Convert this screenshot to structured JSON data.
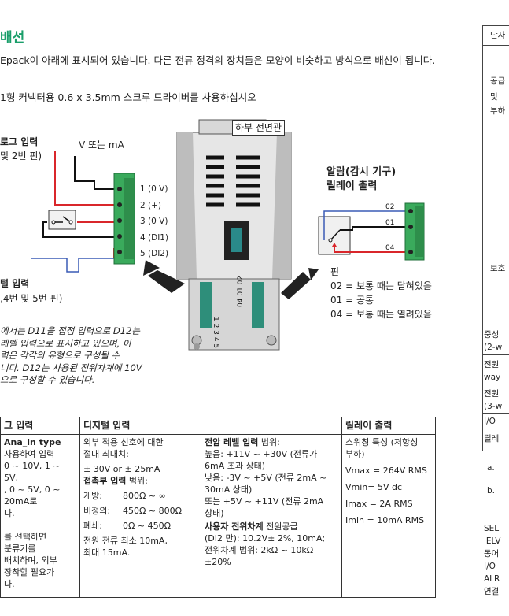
{
  "title": "배선",
  "intro": "Epack이 아래에 표시되어 있습니다. 다른 전류 정격의 장치들은 모양이 비슷하고 방식으로 배선이 됩니다.",
  "note": "1형 커넥터용 0.6 x 3.5mm 스크루 드라이버를 사용하십시오",
  "diagram": {
    "analog_title": "로그 입력",
    "analog_sub": "및 2번 핀)",
    "v_or_ma": "V 또는 mA",
    "front_panel": "하부 전면관",
    "pins": [
      "1 (0 V)",
      "2 (+)",
      "3 (0 V)",
      "4 (DI1)",
      "5 (DI2)"
    ],
    "digital_title": "털 입력",
    "digital_sub": ",4번 및 5번 핀)",
    "italic_note": [
      "에서는 D11을 접점 입력으로 D12는",
      "레벨 입력으로 표시하고 있으며, 이",
      "력은 각각의 유형으로 구성될 수",
      "니다. D12는 사용된 전위차계에 10V",
      "으로 구성할 수 있습니다."
    ],
    "relay_title_1": "알람(감시 기구)",
    "relay_title_2": "릴레이 출력",
    "relay_pins": [
      "02",
      "01",
      "04"
    ],
    "pin_heading": "핀",
    "relay_desc": [
      "02 = 보통 때는 닫혀있음",
      "01 = 공통",
      "04 = 보통 때는 열려있음"
    ],
    "module_left_numbers": "1 2 3 4 5",
    "module_right_numbers": "04 01 02"
  },
  "table": {
    "headers": [
      "그 입력",
      "디지털 입력",
      "",
      "릴레이 출력"
    ],
    "analog": {
      "bold": "Ana_in type",
      "lines": [
        "사용하여 입력",
        "0 ~ 10V, 1 ~ 5V,",
        ", 0 ~ 5V, 0 ~",
        "20mA로",
        "다.",
        "",
        "를 선택하면",
        "분류기를",
        "배치하며, 외부",
        "장착할 필요가",
        "다."
      ]
    },
    "digital1": {
      "intro": [
        "외부 적용 신호에 대한",
        "절대 최대치:"
      ],
      "limits": "± 30V or ± 25mA",
      "contact_bold": "접촉부 입력",
      "contact_rest": " 범위:",
      "rows": [
        [
          "개방:",
          "800Ω ~ ∞"
        ],
        [
          "비정의:",
          "450Ω ~ 800Ω"
        ],
        [
          "폐쇄:",
          "0Ω ~ 450Ω"
        ]
      ],
      "current": [
        "전원 전류 최소 10mA,",
        "최대 15mA."
      ]
    },
    "digital2": {
      "voltage_bold": "전압 레벨 입력",
      "voltage_rest": " 범위:",
      "lines": [
        "높음: +11V ~ +30V (전류가",
        "6mA 초과 상태)",
        "낮음: -3V ~ +5V (전류 2mA ~",
        "30mA 상태)",
        "또는 +5V ~ +11V (전류 2mA",
        "상태)"
      ],
      "pot_bold": "사용자 전위차계",
      "pot_rest": " 전원공급",
      "pot_lines": [
        "(DI2 만): 10.2V± 2%, 10mA;",
        "전위차계 범위: 2kΩ ~ 10kΩ",
        "±20%"
      ]
    },
    "relay": {
      "lines": [
        "스위칭 특성 (저항성",
        "부하)",
        "",
        "Vmax = 264V RMS",
        "",
        "Vmin= 5V dc",
        "",
        "Imax = 2A RMS",
        "",
        "Imin = 10mA RMS"
      ]
    }
  },
  "right_column": {
    "items": [
      "단자",
      "공급",
      "및",
      "부하",
      "보호",
      "중성",
      "(2-w",
      "전원",
      "way",
      "전원",
      "(3-w",
      "I/O",
      "릴레",
      "a.",
      "b.",
      "SEL",
      "'ELV",
      "동어",
      "I/O",
      "ALR",
      "연결"
    ]
  },
  "colors": {
    "title": "#1a9e6a",
    "connector": "#3aaa5c",
    "wire_red": "#d9262b",
    "wire_blue": "#3a5bb5"
  }
}
